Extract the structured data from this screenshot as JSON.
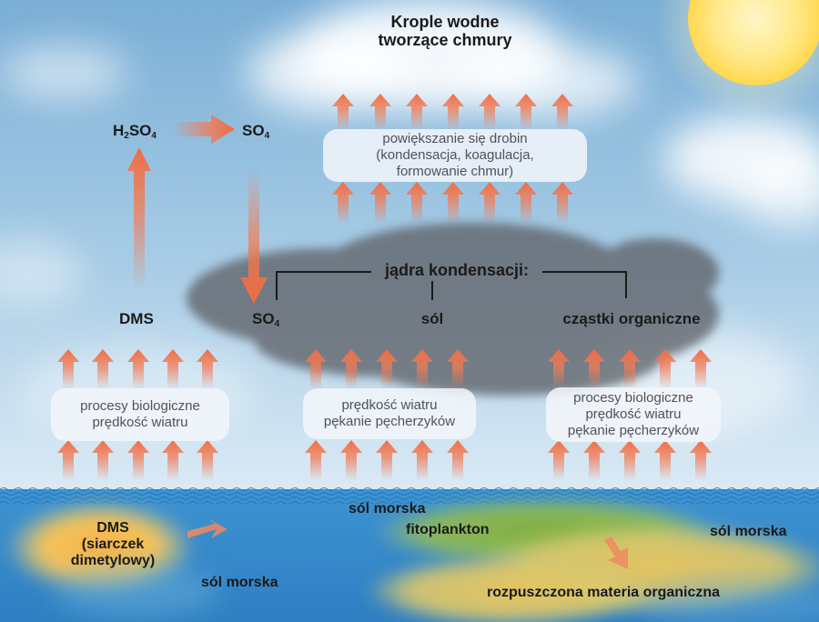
{
  "sky": {
    "cloud_title_line1": "Krople wodne",
    "cloud_title_line2": "tworzące chmury"
  },
  "chemistry": {
    "h2so4": {
      "a": "H",
      "sub1": "2",
      "b": "SO",
      "sub2": "4"
    },
    "so4_top": {
      "a": "SO",
      "sub": "4"
    },
    "dms": "DMS"
  },
  "nuclei": {
    "title": "jądra kondensacji:",
    "so4": {
      "a": "SO",
      "sub": "4"
    },
    "salt": "sól",
    "organic": "cząstki organiczne"
  },
  "process_boxes": {
    "growth": [
      "powiększanie się drobin",
      "(kondensacja, koagulacja,",
      "formowanie chmur)"
    ],
    "left": [
      "procesy biologiczne",
      "prędkość wiatru"
    ],
    "middle": [
      "prędkość wiatru",
      "pękanie pęcherzyków"
    ],
    "right": [
      "procesy biologiczne",
      "prędkość wiatru",
      "pękanie pęcherzyków"
    ]
  },
  "ocean": {
    "dms_line1": "DMS",
    "dms_line2": "(siarczek",
    "dms_line3": "dimetylowy)",
    "sea_salt_top": "sól morska",
    "phytoplankton": "fitoplankton",
    "sea_salt_right": "sól morska",
    "sea_salt_left": "sól morska",
    "dissolved_organic": "rozpuszczona materia organiczna"
  },
  "colors": {
    "sky_top": "#7fb0d6",
    "sky_bottom": "#d6e8f4",
    "ocean": "#3a8fd0",
    "arrow": "#f07a52",
    "sun": "#ffe37a",
    "smoke": "#5e6166"
  }
}
